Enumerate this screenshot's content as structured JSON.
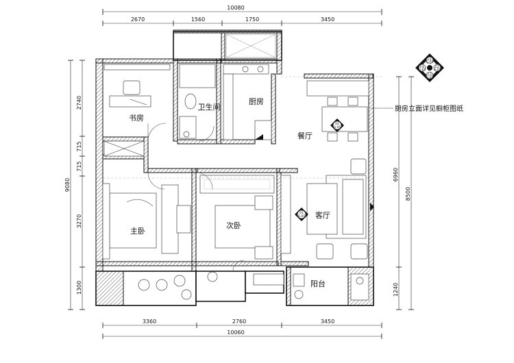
{
  "rooms": {
    "study": "书房",
    "bathroom": "卫生间",
    "kitchen": "厨房",
    "dining": "餐厅",
    "master_bedroom": "主卧",
    "second_bedroom": "次卧",
    "living": "客厅",
    "balcony": "阳台"
  },
  "note": "厨房立面详见橱柜图纸",
  "dimensions": {
    "top_total": "10080",
    "top_segments": [
      "2670",
      "1560",
      "1750",
      "3450"
    ],
    "bottom_segments": [
      "3360",
      "2760",
      "3450"
    ],
    "bottom_total": "10060",
    "left_total": "9080",
    "left_segments": [
      "2740",
      "715",
      "715",
      "3270",
      "1300"
    ],
    "right_total": "8500",
    "right_outer": "6960",
    "right_lower": "1240"
  },
  "index_marks": {
    "compass_codes": [
      "E1",
      "E2",
      "E3",
      "E4"
    ],
    "compass_sheet": "G-01",
    "dining_mark": "02",
    "dining_sheet": "G-01",
    "living_mark": "01",
    "living_sheet": "G-01"
  }
}
